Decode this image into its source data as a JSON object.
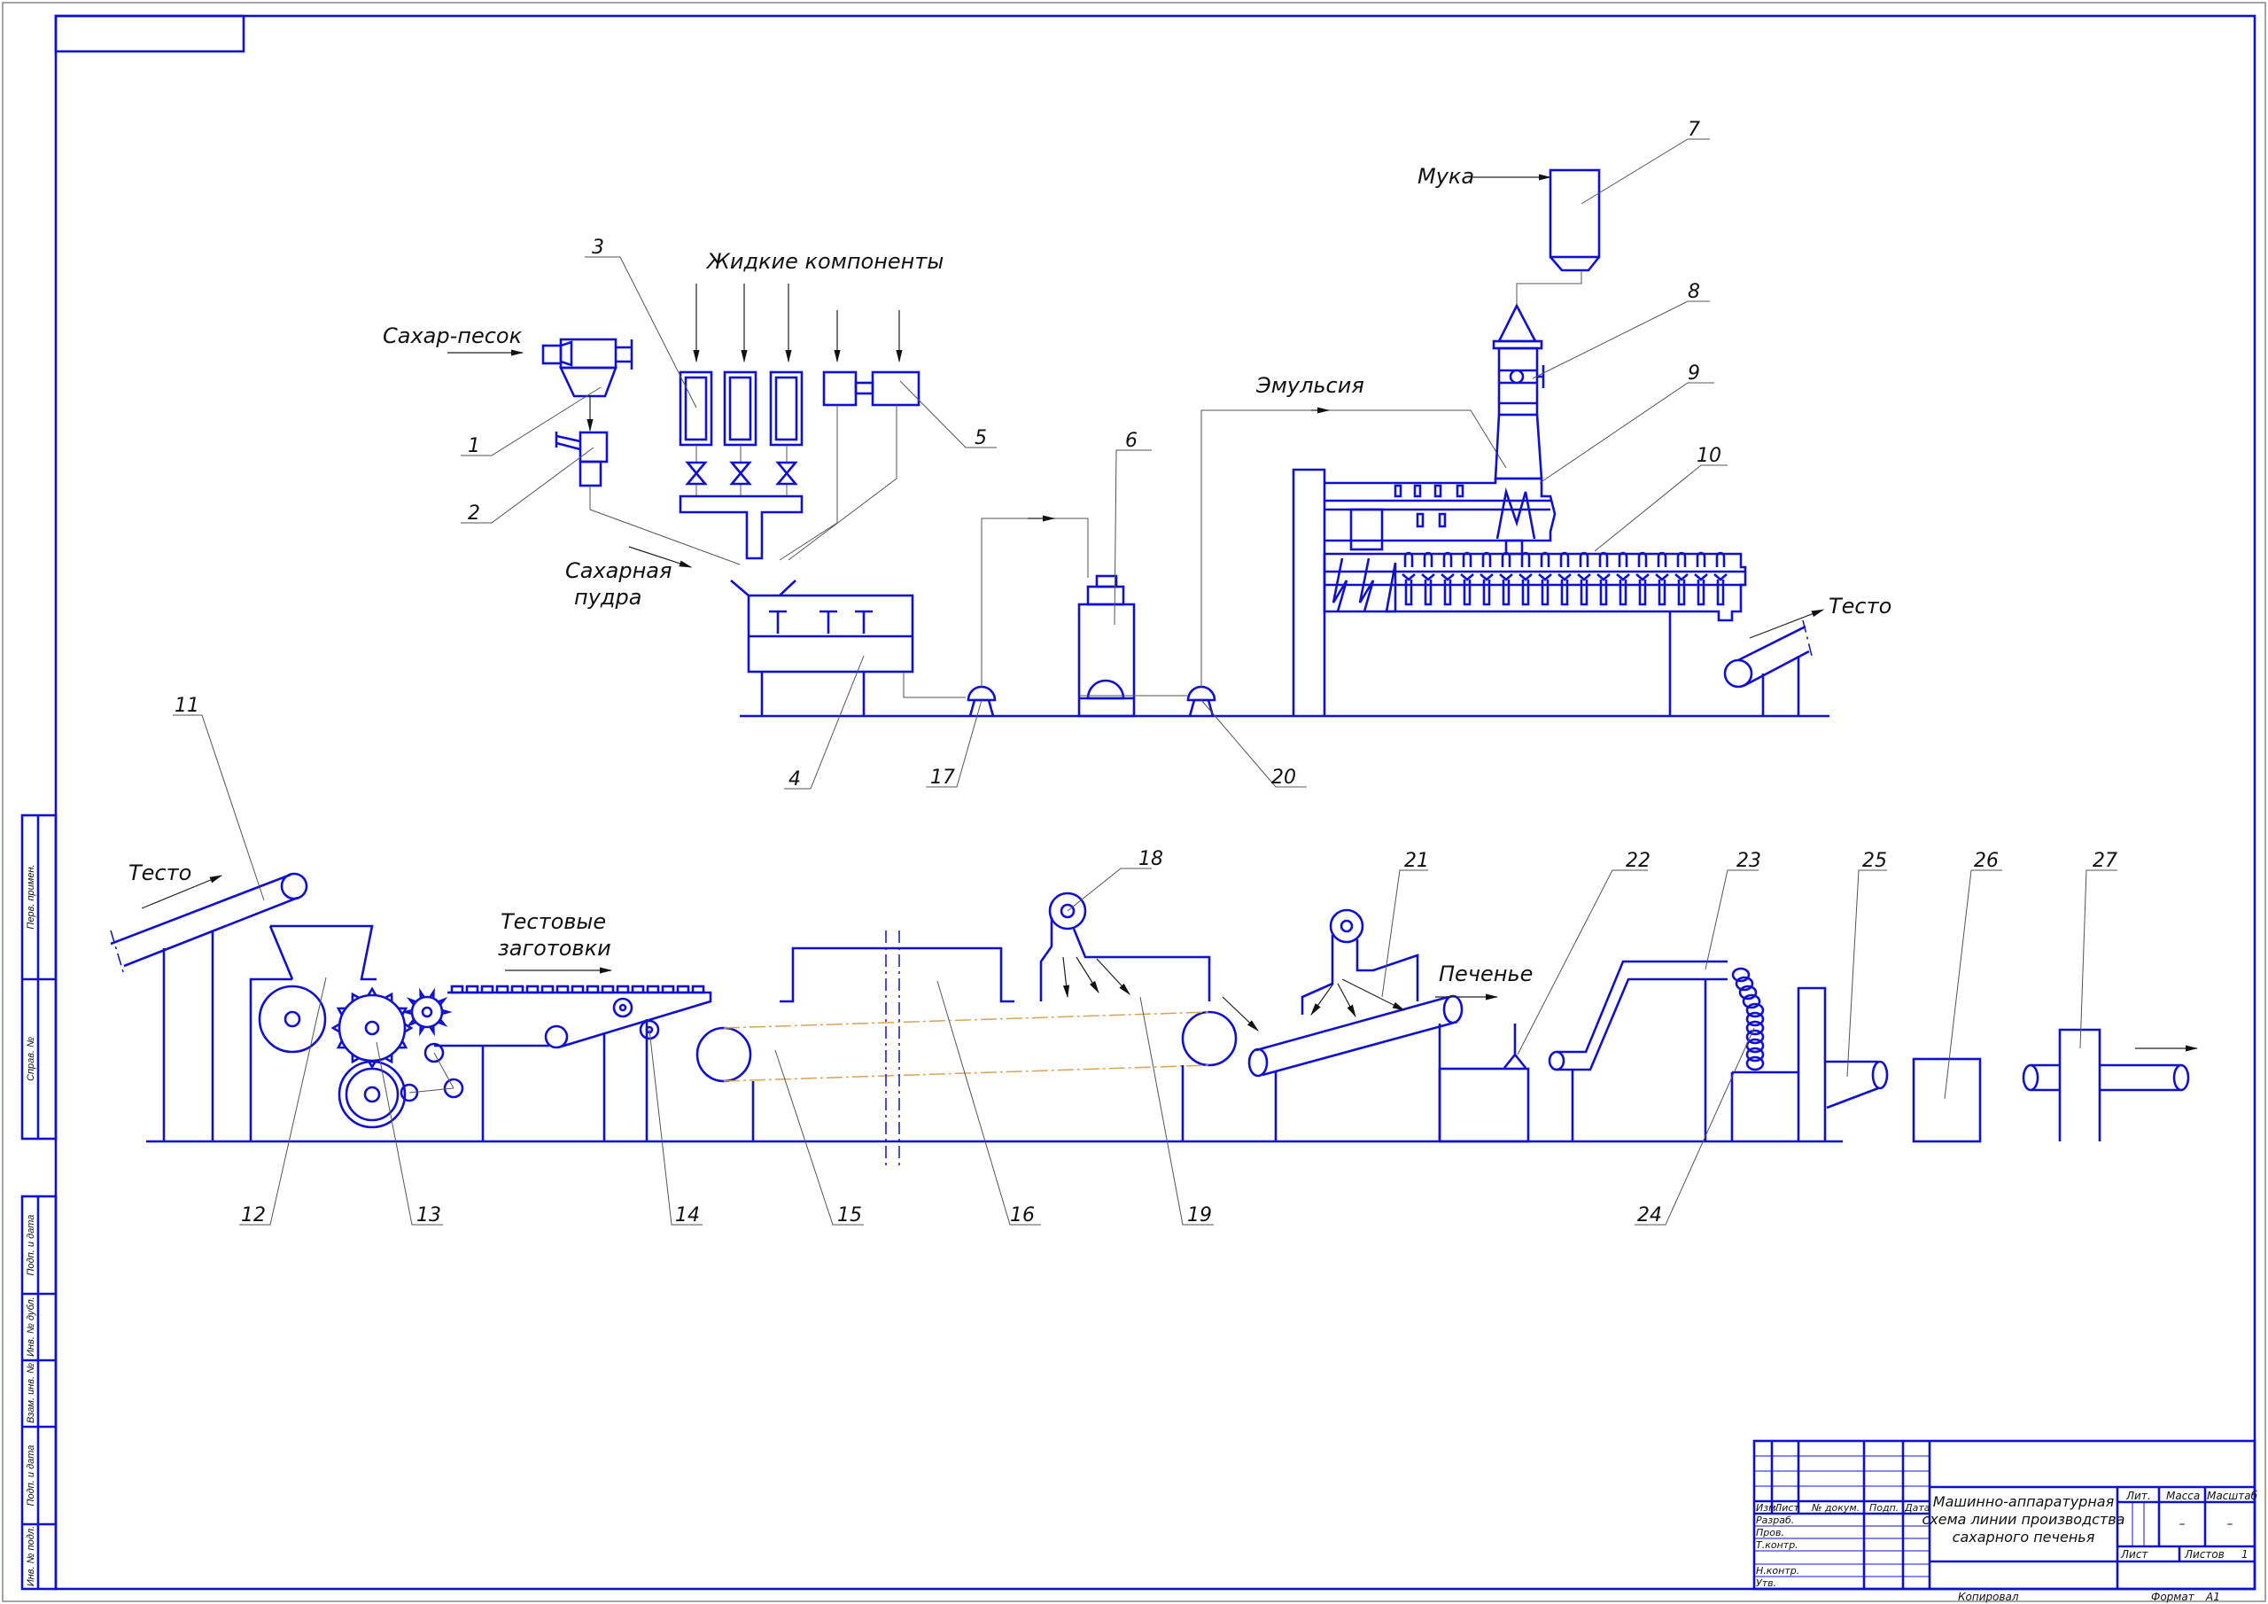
{
  "drawing": {
    "inputs": {
      "sugar_sand": "Сахар-песок",
      "liquid_components": "Жидкие компоненты",
      "powdered_sugar_1": "Сахарная",
      "powdered_sugar_2": "пудра",
      "flour": "Мука",
      "emulsion": "Эмульсия",
      "dough_out": "Тесто",
      "dough_in": "Тесто",
      "dough_pieces_1": "Тестовые",
      "dough_pieces_2": "заготовки",
      "cookies": "Печенье"
    },
    "positions": [
      "1",
      "2",
      "3",
      "4",
      "5",
      "6",
      "7",
      "8",
      "9",
      "10",
      "11",
      "12",
      "13",
      "14",
      "15",
      "16",
      "17",
      "18",
      "19",
      "20",
      "21",
      "22",
      "23",
      "24",
      "25",
      "26",
      "27"
    ]
  },
  "side_stamp": {
    "group1": [
      "Перв. примен.",
      "Справ. №"
    ],
    "group2": [
      "Подп. и дата",
      "Инв. № дубл.",
      "Взам. инв. №",
      "Подп. и дата",
      "Инв. № подл."
    ]
  },
  "title_block": {
    "headers": {
      "izm": "Изм.",
      "list": "Лист",
      "doc": "№ докум.",
      "sign": "Подп.",
      "date": "Дата"
    },
    "roles": [
      "Разраб.",
      "Пров.",
      "Т.контр.",
      "",
      "Н.контр.",
      "Утв."
    ],
    "title_1": "Машинно-аппаратурная",
    "title_2": "схема линии производства",
    "title_3": "сахарного печенья",
    "lit": "Лит.",
    "mass": "Масса",
    "scale": "Масштаб",
    "mass_value": "–",
    "scale_value": "–",
    "sheet": "Лист",
    "sheets": "Листов",
    "sheets_value": "1",
    "copied": "Копировал",
    "format": "Формат",
    "format_value": "A1"
  },
  "colors": {
    "line": "#1010d0",
    "belt": "#d9a35a"
  }
}
